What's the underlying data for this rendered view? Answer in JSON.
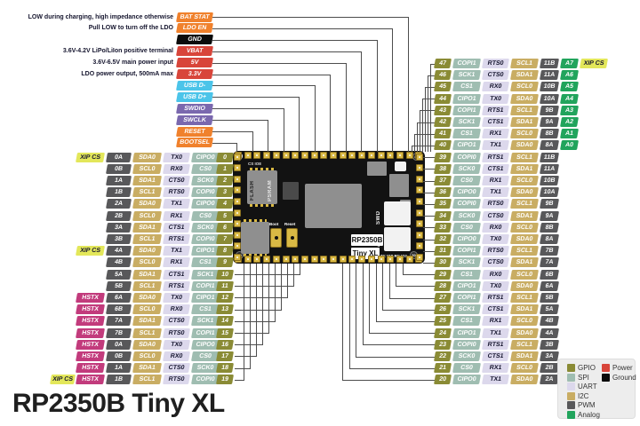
{
  "title": "RP2350B Tiny XL",
  "xip_cs_label": "XIP CS",
  "hstx_label": "HSTX",
  "colors": {
    "gpio": "#8a8b35",
    "spi": "#9fbdb1",
    "uart": "#dcd8ec",
    "i2c": "#c9ad63",
    "pwm": "#58585a",
    "analog": "#21a45c",
    "hstx": "#c23b7c",
    "xipcs": "#e3e75a",
    "power": "#d8453a",
    "orange": "#f0812c",
    "usb": "#4bc4e9",
    "swd": "#7a68ae",
    "ground": "#0b0b0b"
  },
  "power_pins": [
    {
      "label": "BAT STAT",
      "color": "orange",
      "note": "LOW during charging, high impedance otherwise"
    },
    {
      "label": "LDO EN",
      "color": "orange",
      "note": "Pull LOW to turn off the LDO"
    },
    {
      "label": "GND",
      "color": "ground",
      "note": ""
    },
    {
      "label": "VBAT",
      "color": "power",
      "note": "3.6V-4.2V LiPo/LiIon positive terminal"
    },
    {
      "label": "5V",
      "color": "power",
      "note": "3.6V-6.5V main power input"
    },
    {
      "label": "3.3V",
      "color": "power",
      "note": "LDO power output, 500mA max"
    },
    {
      "label": "USB D-",
      "color": "usb",
      "note": ""
    },
    {
      "label": "USB D+",
      "color": "usb",
      "note": ""
    },
    {
      "label": "SWDIO",
      "color": "swd",
      "note": ""
    },
    {
      "label": "SWCLK",
      "color": "swd",
      "note": ""
    },
    {
      "label": "RESET",
      "color": "orange",
      "note": ""
    },
    {
      "label": "BOOTSEL",
      "color": "orange",
      "note": ""
    }
  ],
  "left_pins": [
    {
      "gpio": "0",
      "spi": "CIPO0",
      "uart": "TX0",
      "i2c": "SDA0",
      "pwm": "0A",
      "xip_cs": true
    },
    {
      "gpio": "1",
      "spi": "CS0",
      "uart": "RX0",
      "i2c": "SCL0",
      "pwm": "0B"
    },
    {
      "gpio": "2",
      "spi": "SCK0",
      "uart": "CTS0",
      "i2c": "SDA1",
      "pwm": "1A"
    },
    {
      "gpio": "3",
      "spi": "COPI0",
      "uart": "RTS0",
      "i2c": "SCL1",
      "pwm": "1B"
    },
    {
      "gpio": "4",
      "spi": "CIPO0",
      "uart": "TX1",
      "i2c": "SDA0",
      "pwm": "2A"
    },
    {
      "gpio": "5",
      "spi": "CS0",
      "uart": "RX1",
      "i2c": "SCL0",
      "pwm": "2B"
    },
    {
      "gpio": "6",
      "spi": "SCK0",
      "uart": "CTS1",
      "i2c": "SDA1",
      "pwm": "3A"
    },
    {
      "gpio": "7",
      "spi": "COPI0",
      "uart": "RTS1",
      "i2c": "SCL1",
      "pwm": "3B"
    },
    {
      "gpio": "8",
      "spi": "CIPO1",
      "uart": "TX1",
      "i2c": "SDA0",
      "pwm": "4A",
      "xip_cs": true
    },
    {
      "gpio": "9",
      "spi": "CS1",
      "uart": "RX1",
      "i2c": "SCL0",
      "pwm": "4B"
    },
    {
      "gpio": "10",
      "spi": "SCK1",
      "uart": "CTS1",
      "i2c": "SDA1",
      "pwm": "5A"
    },
    {
      "gpio": "11",
      "spi": "COPI1",
      "uart": "RTS1",
      "i2c": "SCL1",
      "pwm": "5B"
    },
    {
      "gpio": "12",
      "spi": "CIPO1",
      "uart": "TX0",
      "i2c": "SDA0",
      "pwm": "6A",
      "hstx": true
    },
    {
      "gpio": "13",
      "spi": "CS1",
      "uart": "RX0",
      "i2c": "SCL0",
      "pwm": "6B",
      "hstx": true
    },
    {
      "gpio": "14",
      "spi": "SCK1",
      "uart": "CTS0",
      "i2c": "SDA1",
      "pwm": "7A",
      "hstx": true
    },
    {
      "gpio": "15",
      "spi": "COPI1",
      "uart": "RTS0",
      "i2c": "SCL1",
      "pwm": "7B",
      "hstx": true
    },
    {
      "gpio": "16",
      "spi": "CIPO0",
      "uart": "TX0",
      "i2c": "SDA0",
      "pwm": "0A",
      "hstx": true
    },
    {
      "gpio": "17",
      "spi": "CS0",
      "uart": "RX0",
      "i2c": "SCL0",
      "pwm": "0B",
      "hstx": true
    },
    {
      "gpio": "18",
      "spi": "SCK0",
      "uart": "CTS0",
      "i2c": "SDA1",
      "pwm": "1A",
      "hstx": true
    },
    {
      "gpio": "19",
      "spi": "COPI0",
      "uart": "RTS0",
      "i2c": "SCL1",
      "pwm": "1B",
      "hstx": true,
      "xip_cs": true
    }
  ],
  "right_pins": [
    {
      "gpio": "47",
      "spi": "COPI1",
      "uart": "RTS0",
      "i2c": "SCL1",
      "pwm": "11B",
      "analog": "A7",
      "xip_cs": true
    },
    {
      "gpio": "46",
      "spi": "SCK1",
      "uart": "CTS0",
      "i2c": "SDA1",
      "pwm": "11A",
      "analog": "A6"
    },
    {
      "gpio": "45",
      "spi": "CS1",
      "uart": "RX0",
      "i2c": "SCL0",
      "pwm": "10B",
      "analog": "A5"
    },
    {
      "gpio": "44",
      "spi": "CIPO1",
      "uart": "TX0",
      "i2c": "SDA0",
      "pwm": "10A",
      "analog": "A4"
    },
    {
      "gpio": "43",
      "spi": "COPI1",
      "uart": "RTS1",
      "i2c": "SCL1",
      "pwm": "9B",
      "analog": "A3"
    },
    {
      "gpio": "42",
      "spi": "SCK1",
      "uart": "CTS1",
      "i2c": "SDA1",
      "pwm": "9A",
      "analog": "A2"
    },
    {
      "gpio": "41",
      "spi": "CS1",
      "uart": "RX1",
      "i2c": "SCL0",
      "pwm": "8B",
      "analog": "A1"
    },
    {
      "gpio": "40",
      "spi": "CIPO1",
      "uart": "TX1",
      "i2c": "SDA0",
      "pwm": "8A",
      "analog": "A0"
    },
    {
      "gpio": "39",
      "spi": "COPI0",
      "uart": "RTS1",
      "i2c": "SCL1",
      "pwm": "11B"
    },
    {
      "gpio": "38",
      "spi": "SCK0",
      "uart": "CTS1",
      "i2c": "SDA1",
      "pwm": "11A"
    },
    {
      "gpio": "37",
      "spi": "CS0",
      "uart": "RX1",
      "i2c": "SCL0",
      "pwm": "10B"
    },
    {
      "gpio": "36",
      "spi": "CIPO0",
      "uart": "TX1",
      "i2c": "SDA0",
      "pwm": "10A"
    },
    {
      "gpio": "35",
      "spi": "COPI0",
      "uart": "RTS0",
      "i2c": "SCL1",
      "pwm": "9B"
    },
    {
      "gpio": "34",
      "spi": "SCK0",
      "uart": "CTS0",
      "i2c": "SDA1",
      "pwm": "9A"
    },
    {
      "gpio": "33",
      "spi": "CS0",
      "uart": "RX0",
      "i2c": "SCL0",
      "pwm": "8B"
    },
    {
      "gpio": "32",
      "spi": "CIPO0",
      "uart": "TX0",
      "i2c": "SDA0",
      "pwm": "8A"
    },
    {
      "gpio": "31",
      "spi": "COPI1",
      "uart": "RTS0",
      "i2c": "SCL1",
      "pwm": "7B"
    },
    {
      "gpio": "30",
      "spi": "SCK1",
      "uart": "CTS0",
      "i2c": "SDA1",
      "pwm": "7A"
    },
    {
      "gpio": "29",
      "spi": "CS1",
      "uart": "RX0",
      "i2c": "SCL0",
      "pwm": "6B"
    },
    {
      "gpio": "28",
      "spi": "CIPO1",
      "uart": "TX0",
      "i2c": "SDA0",
      "pwm": "6A"
    },
    {
      "gpio": "27",
      "spi": "COPI1",
      "uart": "RTS1",
      "i2c": "SCL1",
      "pwm": "5B"
    },
    {
      "gpio": "26",
      "spi": "SCK1",
      "uart": "CTS1",
      "i2c": "SDA1",
      "pwm": "5A"
    },
    {
      "gpio": "25",
      "spi": "CS1",
      "uart": "RX1",
      "i2c": "SCL0",
      "pwm": "4B"
    },
    {
      "gpio": "24",
      "spi": "CIPO1",
      "uart": "TX1",
      "i2c": "SDA0",
      "pwm": "4A"
    },
    {
      "gpio": "23",
      "spi": "COPI0",
      "uart": "RTS1",
      "i2c": "SCL1",
      "pwm": "3B"
    },
    {
      "gpio": "22",
      "spi": "SCK0",
      "uart": "CTS1",
      "i2c": "SDA1",
      "pwm": "3A"
    },
    {
      "gpio": "21",
      "spi": "CS0",
      "uart": "RX1",
      "i2c": "SCL0",
      "pwm": "2B"
    },
    {
      "gpio": "20",
      "spi": "CIPO0",
      "uart": "TX1",
      "i2c": "SDA0",
      "pwm": "2A"
    }
  ],
  "board": {
    "corner_top_right": "40",
    "corner_bottom_left": "10",
    "corner_bottom_right": "30",
    "cs_io8": "CS IO8",
    "flash": "FLASH",
    "psram": "PSRAM",
    "boot": "Boot",
    "reset": "Reset",
    "chip_name": "RP2350B",
    "chip_variant": "Tiny XL",
    "swd": "SWD",
    "uart": "UART",
    "tx_rx": "TX IO8 RX IO1"
  },
  "legend": {
    "signal_items": [
      {
        "label": "GPIO",
        "color": "gpio"
      },
      {
        "label": "SPI",
        "color": "spi"
      },
      {
        "label": "UART",
        "color": "uart"
      },
      {
        "label": "I2C",
        "color": "i2c"
      },
      {
        "label": "PWM",
        "color": "pwm"
      },
      {
        "label": "Analog",
        "color": "analog"
      }
    ],
    "power_items": [
      {
        "label": "Power",
        "color": "power"
      },
      {
        "label": "Ground",
        "color": "ground"
      }
    ]
  }
}
